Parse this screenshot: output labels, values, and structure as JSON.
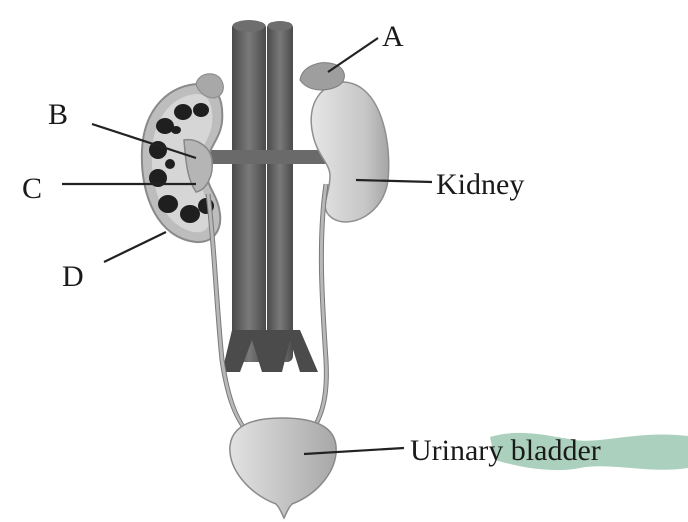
{
  "labels": {
    "a": "A",
    "b": "B",
    "c": "C",
    "d": "D",
    "kidney": "Kidney",
    "bladder": "Urinary bladder"
  },
  "colors": {
    "vessel": "#5c5c5c",
    "vessel_light": "#8a8a8a",
    "kidney_outer": "#c9c9c9",
    "kidney_shade": "#a9a9a9",
    "medulla": "#1f1f1f",
    "bladder": "#c2c2c2",
    "highlight": "#8fc2a8"
  },
  "icons": {
    "diagram": "urinary-system-diagram"
  }
}
